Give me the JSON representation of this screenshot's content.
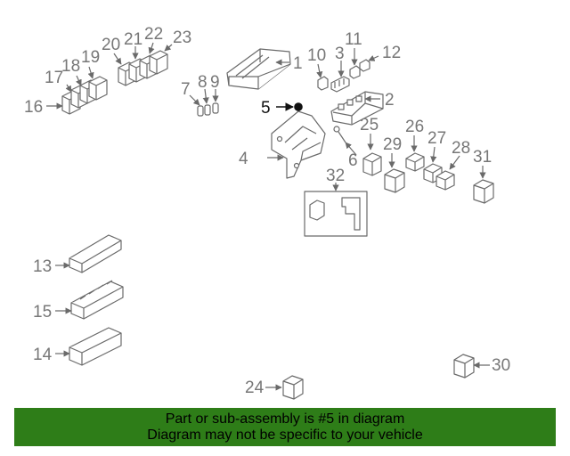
{
  "callouts": {
    "c1": "1",
    "c2": "2",
    "c3": "3",
    "c4": "4",
    "c5": "5",
    "c6": "6",
    "c8": "8",
    "c9": "9",
    "c7": "7",
    "c10": "10",
    "c11": "11",
    "c12": "12",
    "c13": "13",
    "c14": "14",
    "c15": "15",
    "c16": "16",
    "c17": "17",
    "c18": "18",
    "c19": "19",
    "c20": "20",
    "c21": "21",
    "c22": "22",
    "c23": "23",
    "c24": "24",
    "c25": "25",
    "c26": "26",
    "c27": "27",
    "c28": "28",
    "c29": "29",
    "c30": "30",
    "c31": "31",
    "c32": "32"
  },
  "highlight_part": "5",
  "banner": {
    "line1": "Part or sub-assembly is #5 in diagram",
    "line2": "Diagram may not be specific to your vehicle",
    "background_color": "#2e7d18"
  },
  "colors": {
    "line": "#6a6a6a",
    "highlight": "#111111",
    "part_fill": "#ffffff"
  }
}
